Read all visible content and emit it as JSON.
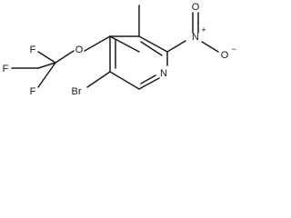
{
  "molecule": {
    "atoms": {
      "bromine": "Br",
      "ring_nitrogen": "N",
      "ether_oxygen": "O",
      "fluorine_top": "F",
      "fluorine_left": "F",
      "fluorine_bottom": "F",
      "nitro_nitrogen": "N",
      "nitro_nitrogen_charge": "+",
      "nitro_oxygen_double": "O",
      "nitro_oxygen_single": "O",
      "nitro_oxygen_charge": "−"
    }
  }
}
